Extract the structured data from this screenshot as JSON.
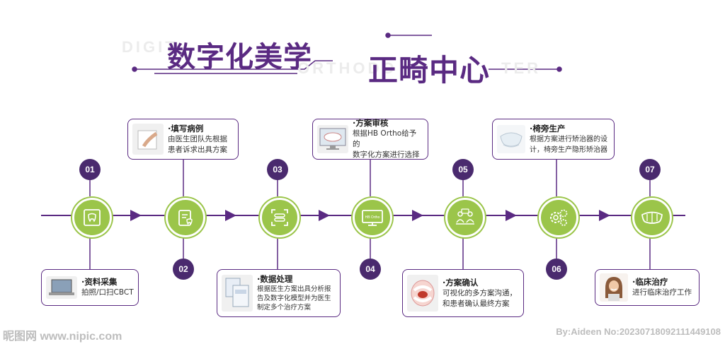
{
  "header": {
    "title_line1": "数字化美学",
    "title_line2": "正畸中心",
    "watermark_words": [
      "DIGIT",
      "ORTHODO",
      "TER"
    ]
  },
  "steps": [
    {
      "number": "01",
      "title": "·资料采集",
      "desc": [
        "拍照/口扫CBCT"
      ],
      "icon": "tablet-tooth-icon",
      "thumb": "laptop-image"
    },
    {
      "number": "02",
      "title": "·填写病例",
      "desc": [
        "由医生团队先根据",
        "患者诉求出具方案"
      ],
      "icon": "clipboard-tooth-icon",
      "thumb": "hand-writing-image"
    },
    {
      "number": "03",
      "title": "·数据处理",
      "desc": [
        "根据医生方案出具分析报",
        "告及数字化模型并为医生",
        "制定多个治疗方案"
      ],
      "icon": "scan-tooth-icon",
      "thumb": "reports-image"
    },
    {
      "number": "04",
      "title": "·方案审核",
      "desc": [
        "根据HB Ortho给予的",
        "数字化方案进行选择"
      ],
      "icon": "monitor-icon",
      "thumb": "monitor-teeth-image"
    },
    {
      "number": "05",
      "title": "·方案确认",
      "desc": [
        "可视化的多方案沟通，",
        "和患者确认最终方案"
      ],
      "icon": "consultation-icon",
      "thumb": "mouth-model-image"
    },
    {
      "number": "06",
      "title": "·椅旁生产",
      "desc": [
        "根据方案进行矫治器的设",
        "计，椅旁生产隐形矫治器"
      ],
      "icon": "gears-icon",
      "thumb": "aligner-image"
    },
    {
      "number": "07",
      "title": "·临床治疗",
      "desc": [
        "进行临床治疗工作"
      ],
      "icon": "teeth-icon",
      "thumb": "smiling-woman-image"
    }
  ],
  "monitor_label": "HB Ortho",
  "footer": {
    "left": "昵图网 www.nipic.com",
    "right": "By:Aideen No:20230718092111449108"
  },
  "colors": {
    "purple": "#5a2a82",
    "dark_purple": "#4a2a6e",
    "green": "#9bc54a"
  }
}
